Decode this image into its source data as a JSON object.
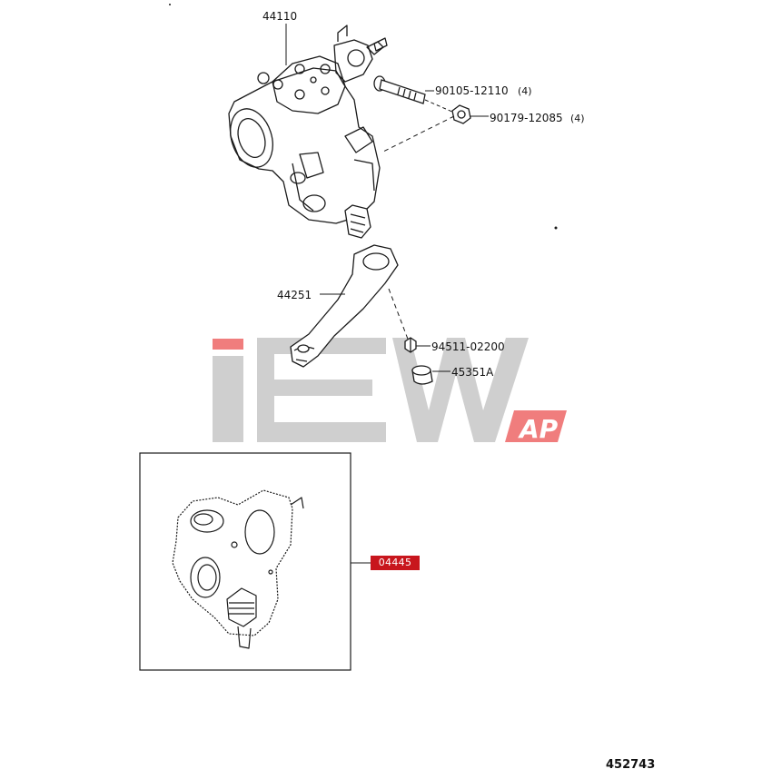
{
  "parts": {
    "gear_box": "44110",
    "bolt": "90105-12110",
    "bolt_qty": "(4)",
    "nut": "90179-12085",
    "nut_qty": "(4)",
    "pitman_arm": "44251",
    "arm_nut": "94511-02200",
    "dust_seal": "45351A",
    "kit": "04445"
  },
  "diagram_number": "452743",
  "watermark": {
    "text": "iEW",
    "badge": "AP"
  },
  "colors": {
    "watermark_gray": "#cfcfcf",
    "watermark_red": "#f07d7d",
    "kit_badge": "#c8161d"
  }
}
